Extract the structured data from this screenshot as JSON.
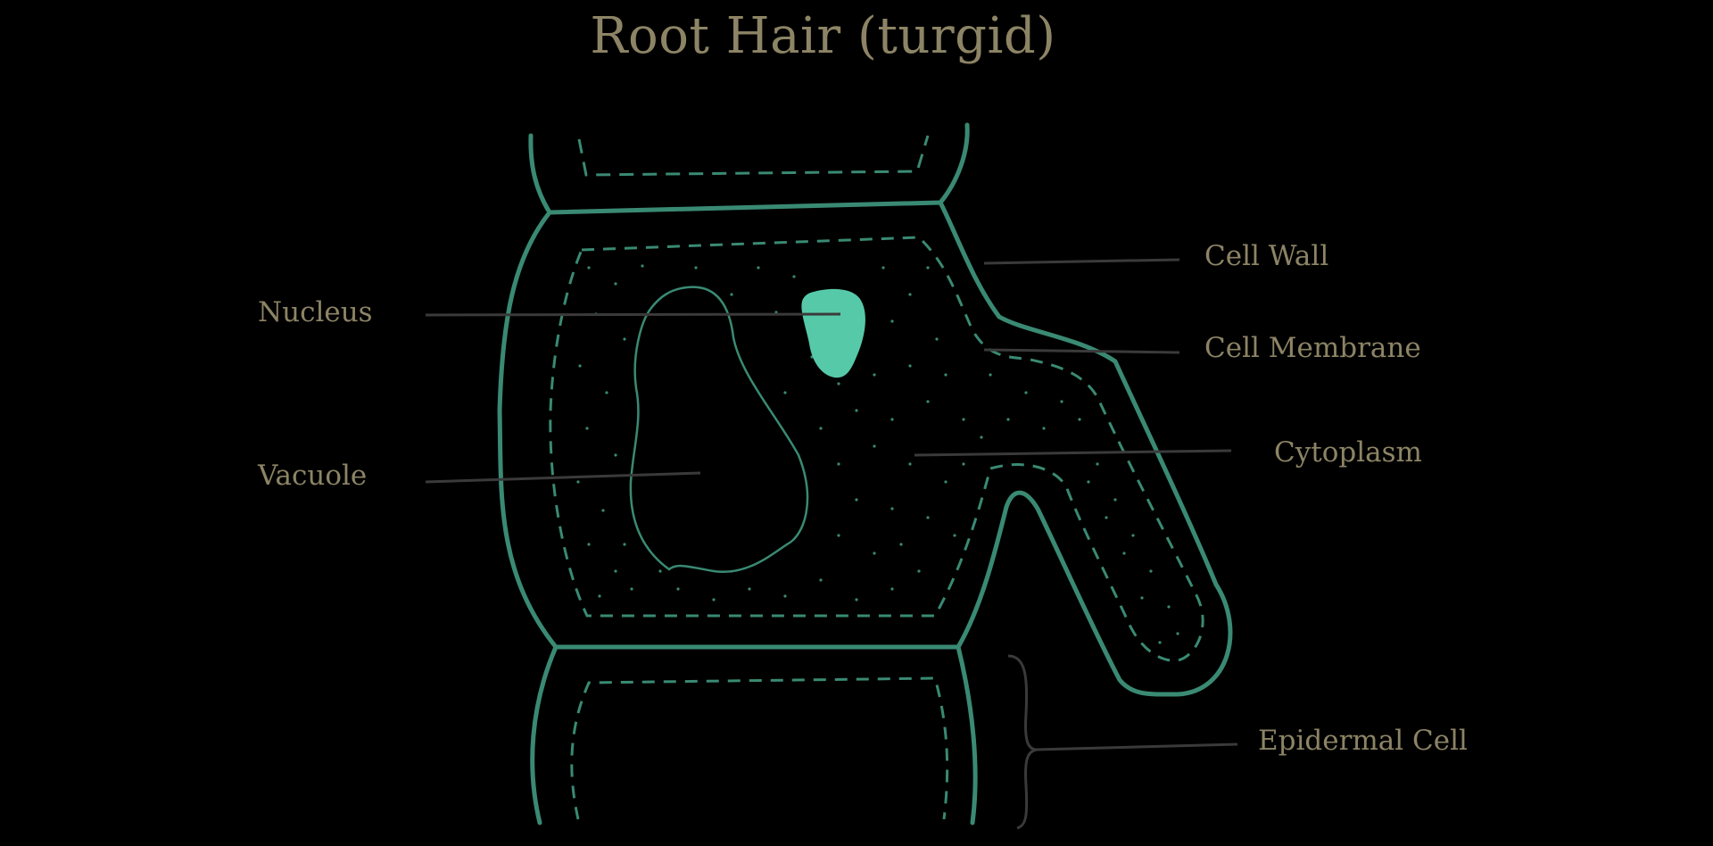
{
  "title": "Root Hair (turgid)",
  "labels": {
    "cell_wall": "Cell Wall",
    "cell_membrane": "Cell Membrane",
    "cytoplasm": "Cytoplasm",
    "nucleus": "Nucleus",
    "vacuole": "Vacuole",
    "epidermal_cell": "Epidermal Cell"
  },
  "colors": {
    "background": "#000000",
    "outline": "#3a8a73",
    "nucleus_fill": "#56c9a9",
    "label_text": "#8c8465",
    "leader_line": "#3a3a3a"
  }
}
